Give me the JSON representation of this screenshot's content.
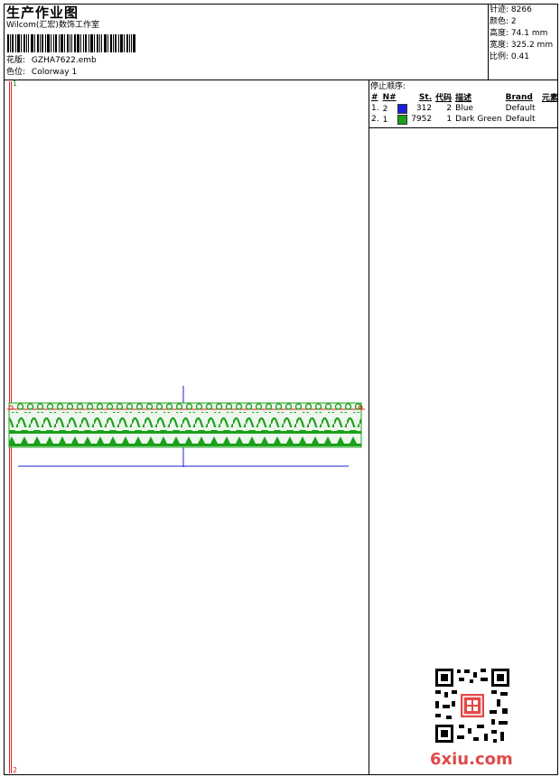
{
  "header": {
    "title": "生产作业图",
    "subtitle": "Wilcom(汇宏)数饰工作室",
    "design_label": "花版:",
    "design_value": "GZHA7622.emb",
    "colorway_label": "色位:",
    "colorway_value": "Colorway 1"
  },
  "stats": {
    "stitches_label": "针迹:",
    "stitches_value": "8266",
    "colors_label": "颜色:",
    "colors_value": "2",
    "height_label": "高度:",
    "height_value": "74.1 mm",
    "width_label": "宽度:",
    "width_value": "325.2 mm",
    "scale_label": "比例:",
    "scale_value": "0.41"
  },
  "stop_sequence": {
    "title": "停止顺序:",
    "columns": [
      "#",
      "N#",
      "St.",
      "代码",
      "描述",
      "Brand",
      "元素"
    ],
    "rows": [
      {
        "index": "1.",
        "needle": "2",
        "color": "#1f1fd6",
        "stitches": "312",
        "code": "2",
        "description": "Blue",
        "brand": "Default"
      },
      {
        "index": "2.",
        "needle": "1",
        "color": "#1aa01a",
        "stitches": "7952",
        "code": "1",
        "description": "Dark Green",
        "brand": "Default"
      }
    ]
  },
  "canvas": {
    "page_top_label": "1",
    "page_bottom_label": "2",
    "guide_color": "#1f1fd6",
    "border_color": "#e02020",
    "embroidery_color": "#1aa01a"
  },
  "watermark": {
    "site": "6xiu.com",
    "qr_accent": "#e04a4a"
  }
}
